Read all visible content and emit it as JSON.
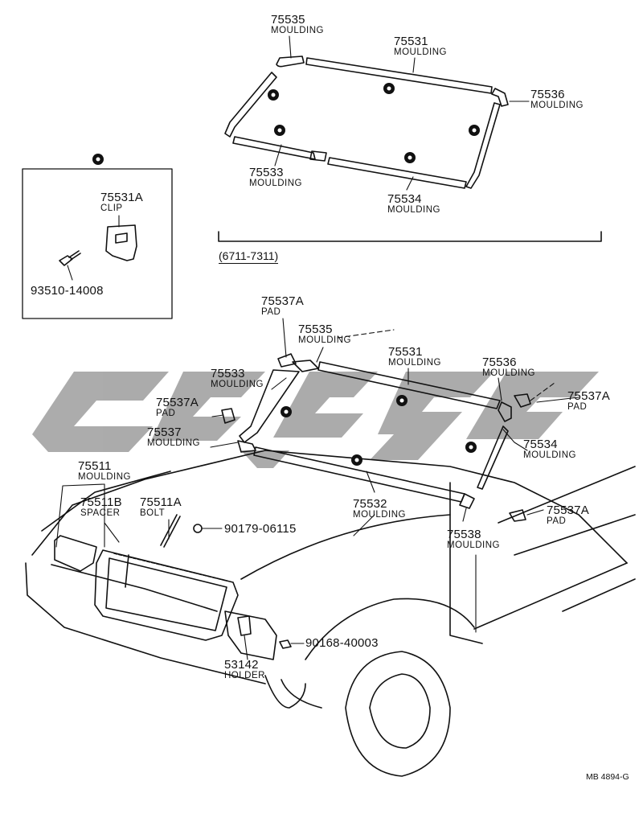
{
  "diagram": {
    "range_label": "(6711-7311)",
    "figure_code": "MB 4894-G",
    "labels": [
      {
        "id": "t-75535",
        "number": "75535",
        "name": "MOULDING"
      },
      {
        "id": "t-75531",
        "number": "75531",
        "name": "MOULDING"
      },
      {
        "id": "t-75536",
        "number": "75536",
        "name": "MOULDING"
      },
      {
        "id": "t-75533",
        "number": "75533",
        "name": "MOULDING"
      },
      {
        "id": "t-75534",
        "number": "75534",
        "name": "MOULDING"
      },
      {
        "id": "c-75531A",
        "number": "75531A",
        "name": "CLIP"
      },
      {
        "id": "c-93510",
        "number": "93510-14008",
        "name": ""
      },
      {
        "id": "b-75537A-top",
        "number": "75537A",
        "name": "PAD"
      },
      {
        "id": "b-75535",
        "number": "75535",
        "name": "MOULDING"
      },
      {
        "id": "b-75531",
        "number": "75531",
        "name": "MOULDING"
      },
      {
        "id": "b-75536",
        "number": "75536",
        "name": "MOULDING"
      },
      {
        "id": "b-75533",
        "number": "75533",
        "name": "MOULDING"
      },
      {
        "id": "b-75537A-right",
        "number": "75537A",
        "name": "PAD"
      },
      {
        "id": "b-75537A-left",
        "number": "75537A",
        "name": "PAD"
      },
      {
        "id": "b-75537",
        "number": "75537",
        "name": "MOULDING"
      },
      {
        "id": "b-75534",
        "number": "75534",
        "name": "MOULDING"
      },
      {
        "id": "b-75511",
        "number": "75511",
        "name": "MOULDING"
      },
      {
        "id": "b-75511B",
        "number": "75511B",
        "name": "SPACER"
      },
      {
        "id": "b-75511A",
        "number": "75511A",
        "name": "BOLT"
      },
      {
        "id": "b-75532",
        "number": "75532",
        "name": "MOULDING"
      },
      {
        "id": "b-75537A-low",
        "number": "75537A",
        "name": "PAD"
      },
      {
        "id": "b-90179",
        "number": "90179-06115",
        "name": ""
      },
      {
        "id": "b-75538",
        "number": "75538",
        "name": "MOULDING"
      },
      {
        "id": "b-90168",
        "number": "90168-40003",
        "name": ""
      },
      {
        "id": "b-53142",
        "number": "53142",
        "name": "HOLDER"
      }
    ]
  }
}
